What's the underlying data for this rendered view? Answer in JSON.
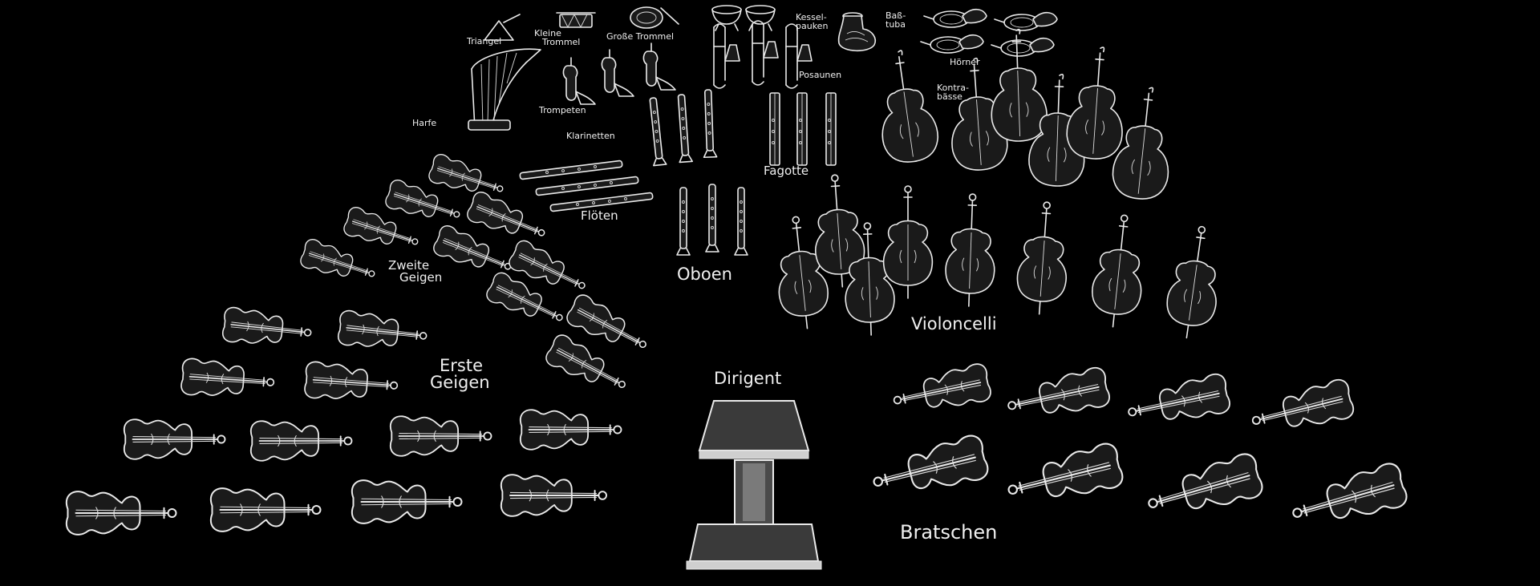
{
  "labels": {
    "triangel": "Triangel",
    "kleine_trommel": [
      "Kleine",
      "Trommel"
    ],
    "grosse_trommel": "Große Trommel",
    "kesselpauken": [
      "Kessel-",
      "pauken"
    ],
    "basstuba": [
      "Baß-",
      "tuba"
    ],
    "hoerner": "Hörner",
    "posaunen": "Posaunen",
    "harfe": "Harfe",
    "trompeten": "Trompeten",
    "klarinetten": "Klarinetten",
    "fagotte": "Fagotte",
    "kontrabaesse": [
      "Kontra-",
      "bässe"
    ],
    "floeten": "Flöten",
    "oboen": "Oboen",
    "zweite_geigen": [
      "Zweite",
      "Geigen"
    ],
    "erste_geigen": [
      "Erste",
      "Geigen"
    ],
    "violoncelli": "Violoncelli",
    "dirigent": "Dirigent",
    "bratschen": "Bratschen"
  },
  "colors": {
    "background": "#000000",
    "ink": "#eaeaea"
  },
  "icons": [
    "triangle-icon",
    "snare-drum-icon",
    "bass-drum-icon",
    "timpani-icon",
    "tuba-icon",
    "horn-icon",
    "trombone-icon",
    "harp-icon",
    "trumpet-icon",
    "clarinet-icon",
    "bassoon-icon",
    "double-bass-icon",
    "flute-icon",
    "oboe-icon",
    "violin-icon",
    "viola-icon",
    "cello-icon",
    "conductor-podium-icon"
  ]
}
